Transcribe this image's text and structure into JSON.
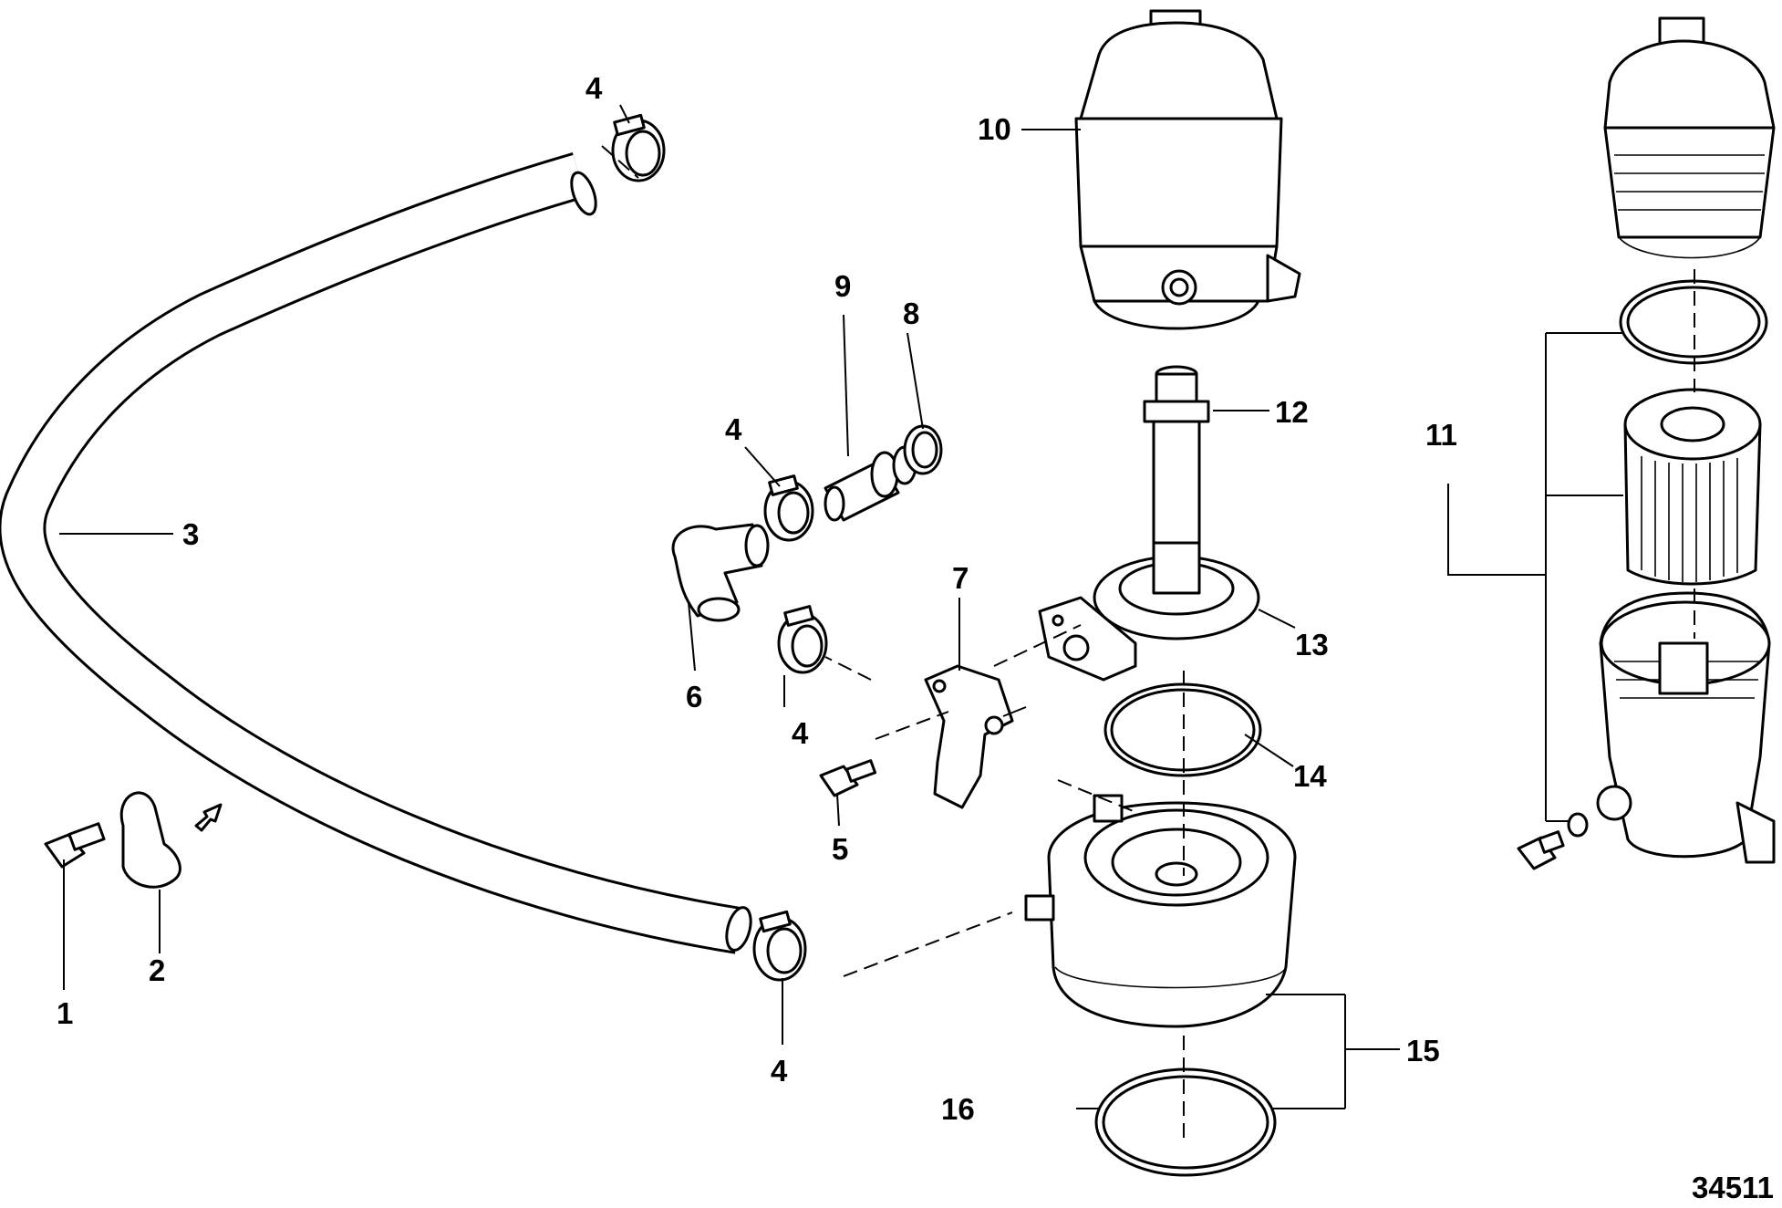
{
  "diagram": {
    "figure_number": "34511",
    "callouts": {
      "c1": "1",
      "c2": "2",
      "c3": "3",
      "c4a": "4",
      "c4b": "4",
      "c4c": "4",
      "c4d": "4",
      "c5": "5",
      "c6": "6",
      "c7": "7",
      "c8": "8",
      "c9": "9",
      "c10": "10",
      "c11": "11",
      "c12": "12",
      "c13": "13",
      "c14": "14",
      "c15": "15",
      "c16": "16"
    }
  }
}
